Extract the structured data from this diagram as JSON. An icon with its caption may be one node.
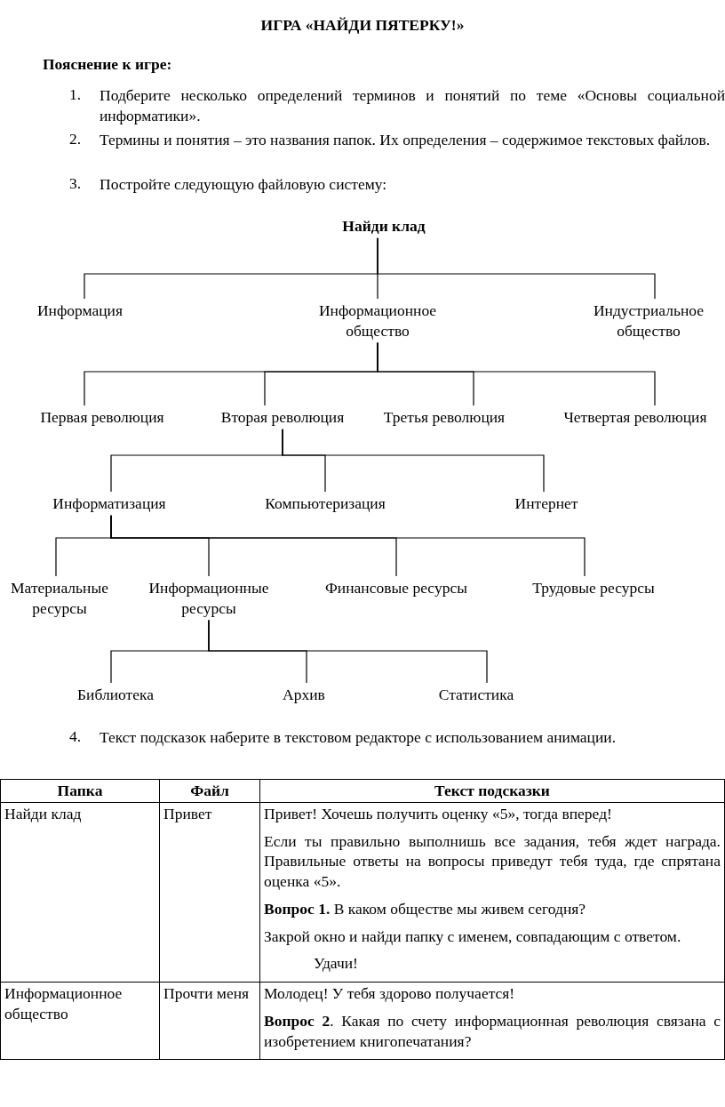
{
  "diagram": {
    "title": "ИГРА «НАЙДИ ПЯТЕРКУ!»",
    "nodes": [
      {
        "text": [
          "Найди клад"
        ]
      },
      {
        "text": [
          "Информация"
        ]
      },
      {
        "text": [
          "Информационное общество"
        ]
      },
      {
        "text": [
          "Индустриальное общество"
        ]
      },
      {
        "text": [
          "Первая революция"
        ]
      },
      {
        "text": [
          "Вторая революция"
        ]
      },
      {
        "text": [
          "Третья революция"
        ]
      },
      {
        "text": [
          "Четвертая революция"
        ]
      },
      {
        "text": [
          "Информатизация"
        ]
      },
      {
        "text": [
          "Компьютеризация"
        ]
      },
      {
        "text": [
          "Интернет"
        ]
      },
      {
        "text": [
          "Материальные ресурсы"
        ]
      },
      {
        "text": [
          "Информационные ресурсы"
        ]
      },
      {
        "text": [
          "Финансовые ресурсы"
        ]
      },
      {
        "text": [
          "Трудовые ресурсы"
        ]
      },
      {
        "text": [
          "Библиотека"
        ]
      },
      {
        "text": [
          "Архив"
        ]
      },
      {
        "text": [
          "Статистика"
        ]
      }
    ],
    "edges": [
      {
        "from": 0,
        "to": 1,
        "arrow": "none"
      },
      {
        "from": 0,
        "to": 2,
        "arrow": "none"
      },
      {
        "from": 0,
        "to": 3,
        "arrow": "none"
      },
      {
        "from": 2,
        "to": 4,
        "arrow": "none"
      },
      {
        "from": 2,
        "to": 5,
        "arrow": "none"
      },
      {
        "from": 2,
        "to": 6,
        "arrow": "none"
      },
      {
        "from": 2,
        "to": 7,
        "arrow": "none"
      },
      {
        "from": 5,
        "to": 8,
        "arrow": "none"
      },
      {
        "from": 5,
        "to": 9,
        "arrow": "none"
      },
      {
        "from": 5,
        "to": 10,
        "arrow": "none"
      },
      {
        "from": 8,
        "to": 11,
        "arrow": "none"
      },
      {
        "from": 8,
        "to": 12,
        "arrow": "none"
      },
      {
        "from": 8,
        "to": 13,
        "arrow": "none"
      },
      {
        "from": 8,
        "to": 14,
        "arrow": "none"
      },
      {
        "from": 12,
        "to": 15,
        "arrow": "none"
      },
      {
        "from": 12,
        "to": 16,
        "arrow": "none"
      },
      {
        "from": 12,
        "to": 17,
        "arrow": "none"
      }
    ],
    "labels": [
      "Пояснение к игре:",
      "1.",
      "Подберите несколько определений терминов и понятий по теме «Основы социальной информатики».",
      "2.",
      "Термины и понятия – это названия папок. Их определения – содержимое текстовых файлов.",
      "3.",
      "Постройте следующую файловую систему:",
      "4.",
      "Текст подсказок наберите в текстовом редакторе с использованием анимации.",
      "Папка",
      "Файл",
      "Текст подсказки",
      "Найди клад",
      "Привет",
      "Привет!  Хочешь получить оценку «5», тогда вперед!",
      "Если ты правильно выполнишь все задания, тебя ждет награда. Правильные ответы на вопросы приведут тебя туда, где спрятана оценка «5».",
      "**Вопрос 1.** В каком обществе мы живем сегодня?",
      "Закрой окно и найди папку с именем, совпадающим с ответом.",
      "Удачи!",
      "Информационное общество",
      "Прочти меня",
      "Молодец! У тебя здорово получается!",
      "**Вопрос 2**. Какая по счету информационная революция связана с изобретением книгопечатания?"
    ]
  }
}
